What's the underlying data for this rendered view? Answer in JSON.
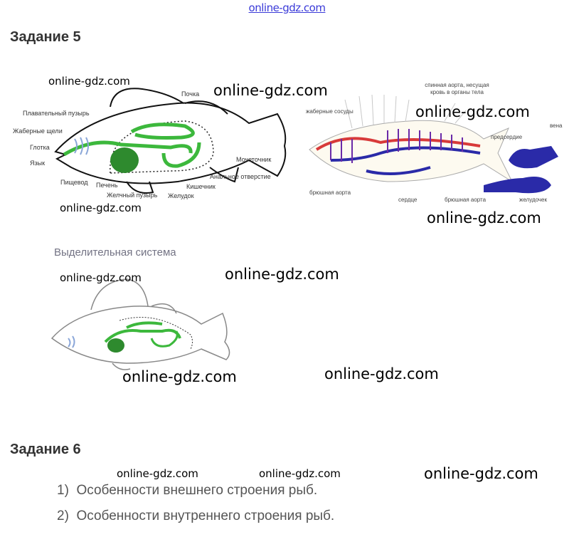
{
  "header": {
    "site": "online-gdz.com"
  },
  "task5": {
    "title": "Задание 5",
    "digestive_diagram": {
      "labels": [
        "Почка",
        "Плавательный пузырь",
        "Жаберные щели",
        "Глотка",
        "Язык",
        "Пищевод",
        "Печень",
        "Желчный пузырь",
        "Желудок",
        "Кишечник",
        "Анальное отверстие",
        "Мочеточник"
      ]
    },
    "circulatory_diagram": {
      "labels": [
        "жаберные сосуды",
        "спинная аорта, несущая кровь в органы тела",
        "брюшная аорта",
        "сердце",
        "вена",
        "предсердие",
        "брюшная аорта",
        "желудочек"
      ]
    },
    "excretory_title": "Выделительная система"
  },
  "task6": {
    "title": "Задание 6",
    "items": [
      {
        "num": "1)",
        "text": "Особенности внешнего строения рыб."
      },
      {
        "num": "2)",
        "text": "Особенности внутреннего строения рыб."
      }
    ]
  },
  "watermarks": [
    "online-gdz.com",
    "online-gdz.com",
    "online-gdz.com",
    "online-gdz.com",
    "online-gdz.com",
    "online-gdz.com",
    "online-gdz.com",
    "online-gdz.com",
    "online-gdz.com",
    "online-gdz.com",
    "online-gdz.com",
    "online-gdz.com"
  ],
  "colors": {
    "digestive": "#3cb83c",
    "artery": "#d83a3a",
    "vein": "#2a2aa8"
  }
}
